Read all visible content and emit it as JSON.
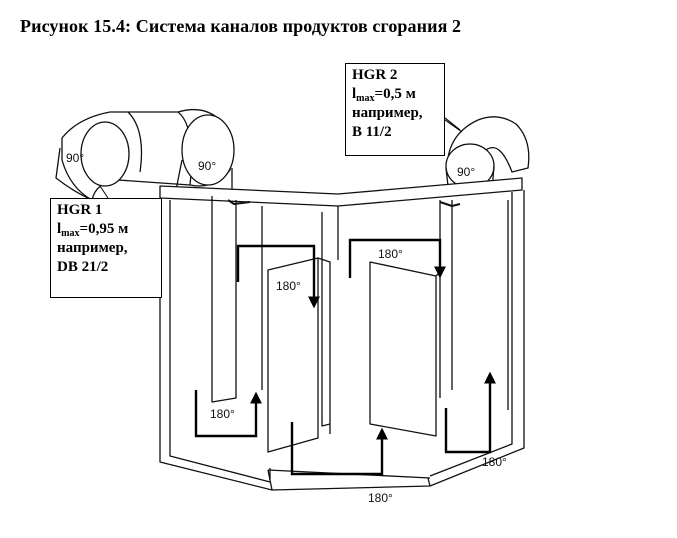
{
  "figure": {
    "title": "Рисунок 15.4:  Система каналов продуктов сгорания 2"
  },
  "hgr1": {
    "name": "HGR 1",
    "lmax_prefix": "l",
    "lmax_sub": "max",
    "lmax_value": "=0,95 м",
    "example_label": "например,",
    "example_value": "DB 21/2"
  },
  "hgr2": {
    "name": "HGR 2",
    "lmax_prefix": "l",
    "lmax_sub": "max",
    "lmax_value": "=0,5 м",
    "example_label": "например,",
    "example_value": "B 11/2"
  },
  "angles": {
    "elbow_left_outer": "90°",
    "elbow_left_inner": "90°",
    "elbow_right": "90°",
    "turn_top_left": "180°",
    "turn_top_right": "180°",
    "turn_bottom_left": "180°",
    "turn_bottom_middle": "180°",
    "turn_bottom_right": "180°"
  }
}
